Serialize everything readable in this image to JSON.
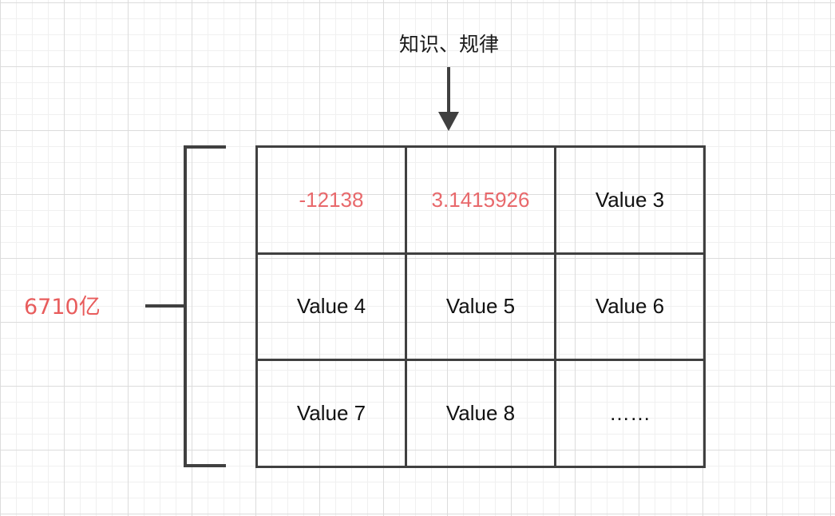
{
  "labels": {
    "top": "知识、规律",
    "side": "6710亿"
  },
  "colors": {
    "highlight": "#e8686b",
    "line": "#404040",
    "side_label": "#e85c5c"
  },
  "table": {
    "rows": [
      [
        {
          "text": "-12138",
          "highlight": true
        },
        {
          "text": "3.1415926",
          "highlight": true
        },
        {
          "text": "Value 3",
          "highlight": false
        }
      ],
      [
        {
          "text": "Value 4",
          "highlight": false
        },
        {
          "text": "Value 5",
          "highlight": false
        },
        {
          "text": "Value 6",
          "highlight": false
        }
      ],
      [
        {
          "text": "Value 7",
          "highlight": false
        },
        {
          "text": "Value 8",
          "highlight": false
        },
        {
          "text": "……",
          "highlight": false
        }
      ]
    ]
  }
}
